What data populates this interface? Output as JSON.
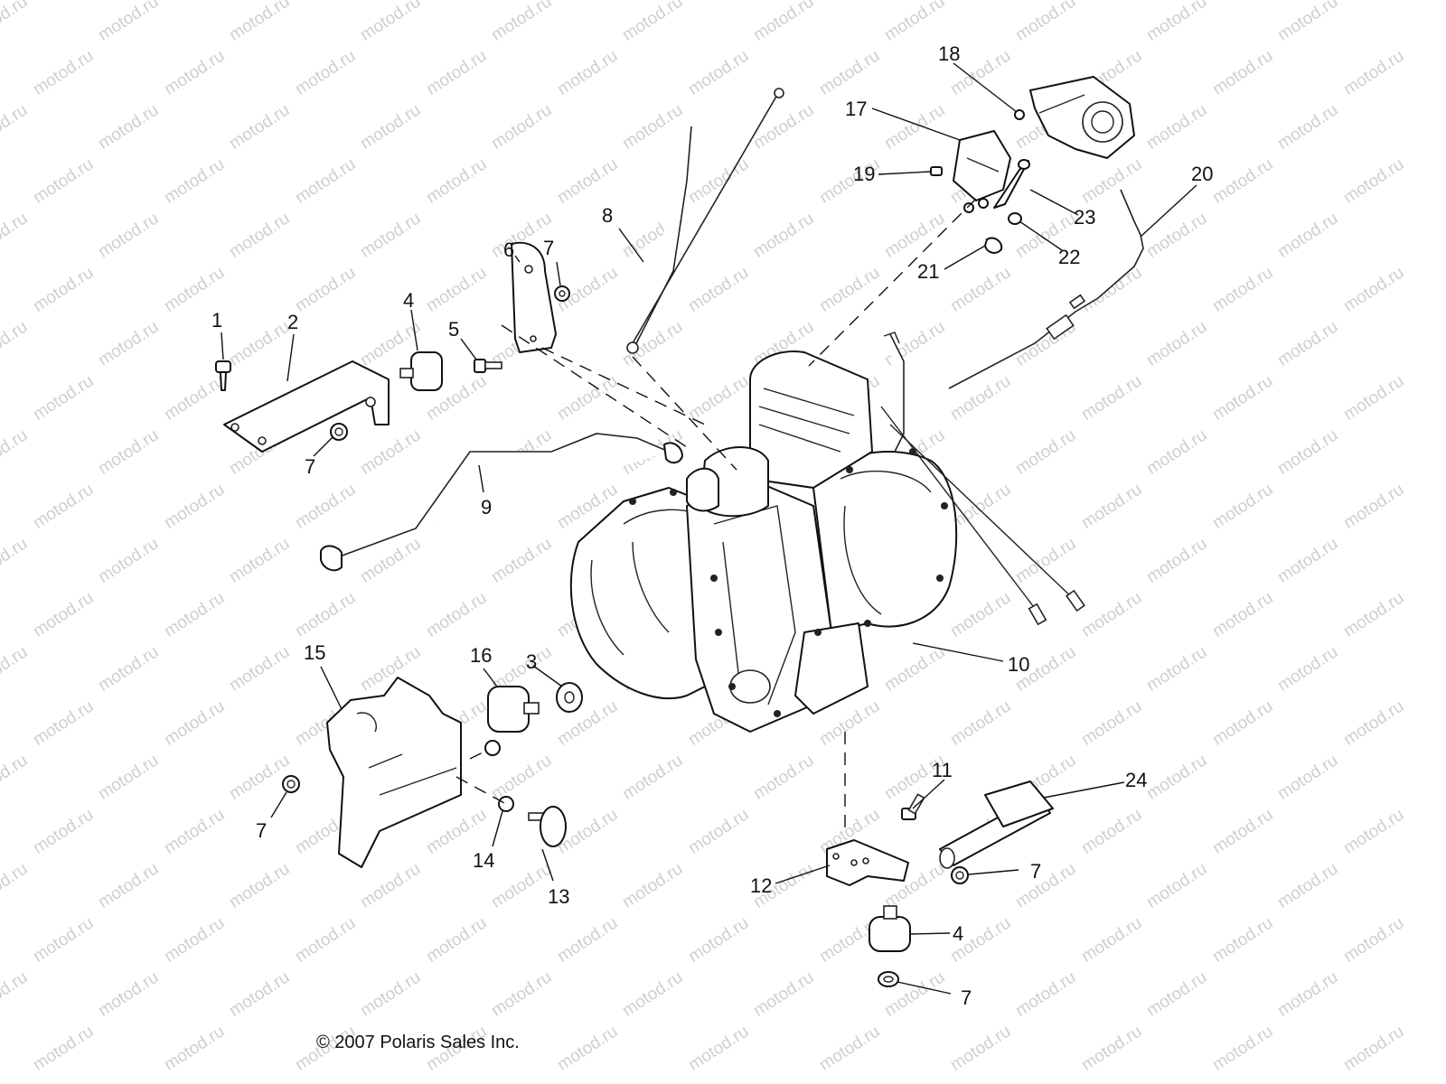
{
  "watermark": "motod.ru",
  "copyright": "© 2007 Polaris Sales Inc.",
  "callouts": [
    {
      "id": "c1",
      "text": "1"
    },
    {
      "id": "c2",
      "text": "2"
    },
    {
      "id": "c3",
      "text": "3"
    },
    {
      "id": "c4a",
      "text": "4"
    },
    {
      "id": "c4b",
      "text": "4"
    },
    {
      "id": "c5",
      "text": "5"
    },
    {
      "id": "c6",
      "text": "6"
    },
    {
      "id": "c7a",
      "text": "7"
    },
    {
      "id": "c7b",
      "text": "7"
    },
    {
      "id": "c7c",
      "text": "7"
    },
    {
      "id": "c7d",
      "text": "7"
    },
    {
      "id": "c7e",
      "text": "7"
    },
    {
      "id": "c8",
      "text": "8"
    },
    {
      "id": "c9",
      "text": "9"
    },
    {
      "id": "c10",
      "text": "10"
    },
    {
      "id": "c11",
      "text": "11"
    },
    {
      "id": "c12",
      "text": "12"
    },
    {
      "id": "c13",
      "text": "13"
    },
    {
      "id": "c14",
      "text": "14"
    },
    {
      "id": "c15",
      "text": "15"
    },
    {
      "id": "c16",
      "text": "16"
    },
    {
      "id": "c17",
      "text": "17"
    },
    {
      "id": "c18",
      "text": "18"
    },
    {
      "id": "c19",
      "text": "19"
    },
    {
      "id": "c20",
      "text": "20"
    },
    {
      "id": "c21",
      "text": "21"
    },
    {
      "id": "c22",
      "text": "22"
    },
    {
      "id": "c23",
      "text": "23"
    },
    {
      "id": "c24",
      "text": "24"
    }
  ]
}
